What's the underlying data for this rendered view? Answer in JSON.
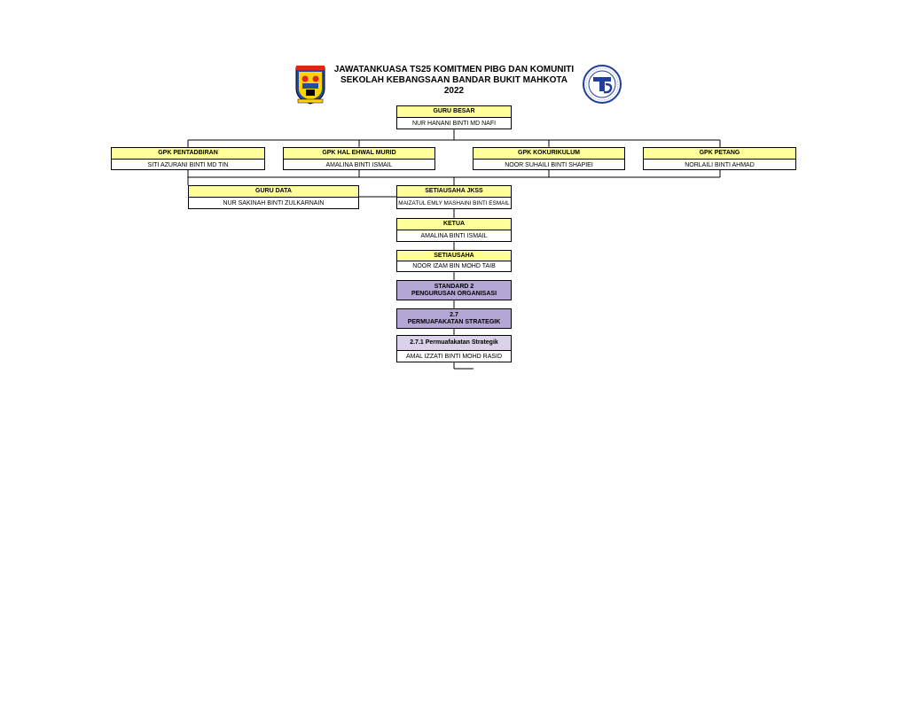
{
  "header": {
    "title_line1": "JAWATANKUASA TS25 KOMITMEN PIBG DAN KOMUNITI",
    "title_line2": "SEKOLAH KEBANGSAAN BANDAR BUKIT MAHKOTA",
    "title_line3": "2022",
    "logo_left_icon": "school-crest-icon",
    "logo_right_icon": "ts25-circle-logo-icon"
  },
  "org": {
    "guru_besar": {
      "title": "GURU BESAR",
      "name": "NUR HANANI BINTI MD NAFI"
    },
    "gpk_pentadbiran": {
      "title": "GPK PENTADBIRAN",
      "name": "SITI AZURANI BINTI MD TIN"
    },
    "gpk_hem": {
      "title": "GPK HAL EHWAL MURID",
      "name": "AMALINA BINTI ISMAIL"
    },
    "gpk_kokurikulum": {
      "title": "GPK KOKURIKULUM",
      "name": "NOOR SUHAILI BINTI SHAPIEI"
    },
    "gpk_petang": {
      "title": "GPK PETANG",
      "name": "NORLAILI BINTI AHMAD"
    },
    "guru_data": {
      "title": "GURU DATA",
      "name": "NUR SAKINAH BINTI ZULKARNAIN"
    },
    "setiausaha_jkss": {
      "title": "SETIAUSAHA JKSS",
      "name": "MAIZATUL EMLY MASHAINI BINTI ESMAIL"
    },
    "ketua": {
      "title": "KETUA",
      "name": "AMALINA BINTI ISMAIL"
    },
    "setiausaha": {
      "title": "SETIAUSAHA",
      "name": "NOOR IZAM BIN MOHD TAIB"
    },
    "standard": {
      "line1": "STANDARD 2",
      "line2": "PENGURUSAN ORGANISASI"
    },
    "strategi": {
      "line1": "2.7",
      "line2": "PERMUAFAKATAN STRATEGIK"
    },
    "sub_strategi": {
      "title": "2.7.1 Permuafakatan Strategik",
      "name": "AMAL IZZATI BINTI MOHD RASID"
    }
  },
  "colors": {
    "header_fill": "#ffff99",
    "standard_fill": "#b4a7d6",
    "sub_fill": "#d9d2e9"
  }
}
